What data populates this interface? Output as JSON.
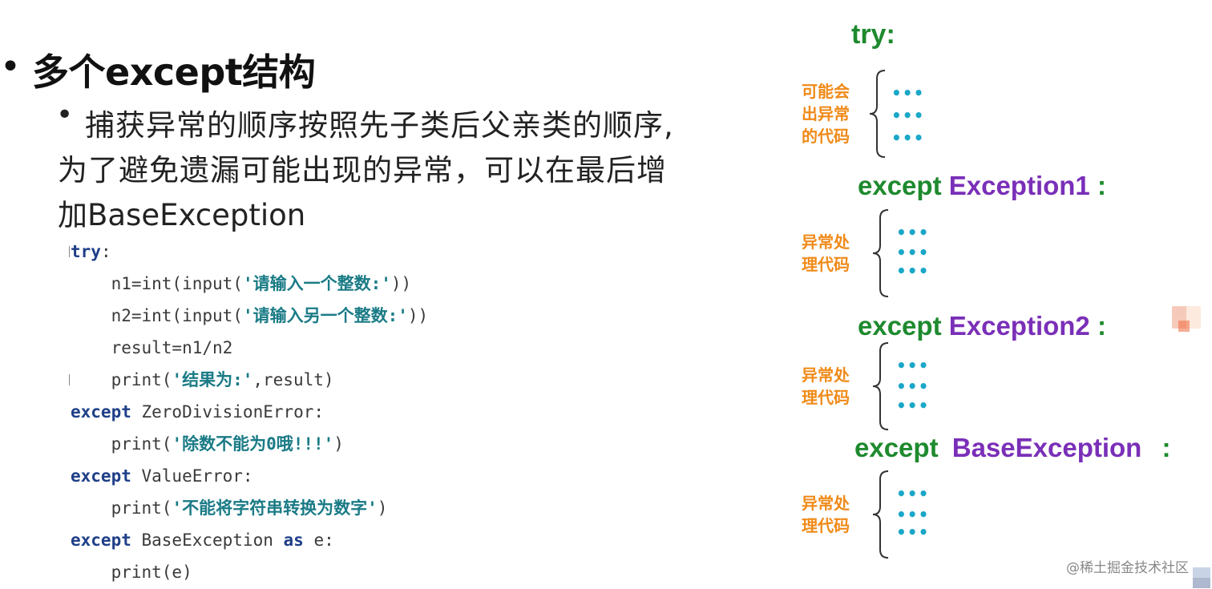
{
  "slide": {
    "heading_bullet": "•",
    "heading": "多个except结构",
    "sub_bullet": "•",
    "sub_line1": "捕获异常的顺序按照先子类后父亲类的顺序,",
    "sub_line2": "为了避免遗漏可能出现的异常，可以在最后增",
    "sub_line3": "加BaseException"
  },
  "code": {
    "l1_kw": "try",
    "l1_rest": ":",
    "l2_pre": "    n1=int(input(",
    "l2_str": "'请输入一个整数:'",
    "l2_post": "))",
    "l3_pre": "    n2=int(input(",
    "l3_str": "'请输入另一个整数:'",
    "l3_post": "))",
    "l4": "    result=n1/n2",
    "l5_pre": "    print(",
    "l5_str": "'结果为:'",
    "l5_post": ",result)",
    "l6_kw": "except",
    "l6_rest": " ZeroDivisionError:",
    "l7_pre": "    print(",
    "l7_str": "'除数不能为0哦!!!'",
    "l7_post": ")",
    "l8_kw": "except",
    "l8_rest": " ValueError:",
    "l9_pre": "    print(",
    "l9_str": "'不能将字符串转换为数字'",
    "l9_post": ")",
    "l10_kw": "except",
    "l10_mid": " BaseException ",
    "l10_kw2": "as",
    "l10_rest": " e:",
    "l11": "    print(e)"
  },
  "diagram": {
    "try_label": "try:",
    "notes": {
      "try_note_1": "可能会",
      "try_note_2": "出异常",
      "try_note_3": "的代码",
      "handle_1": "异常处",
      "handle_2": "理代码"
    },
    "dots": "•••",
    "except_kw": "except",
    "exc1_name": "Exception1",
    "exc2_name": "Exception2",
    "exc3_name": "BaseException",
    "colon": ":"
  },
  "watermark": "@稀土掘金技术社区",
  "colors": {
    "keyword_green": "#1e8a2e",
    "exception_purple": "#7a2fb8",
    "note_orange": "#f08a18",
    "dots_cyan": "#1aa7c8",
    "code_keyword": "#1f3f88",
    "code_string": "#1a7b86"
  }
}
